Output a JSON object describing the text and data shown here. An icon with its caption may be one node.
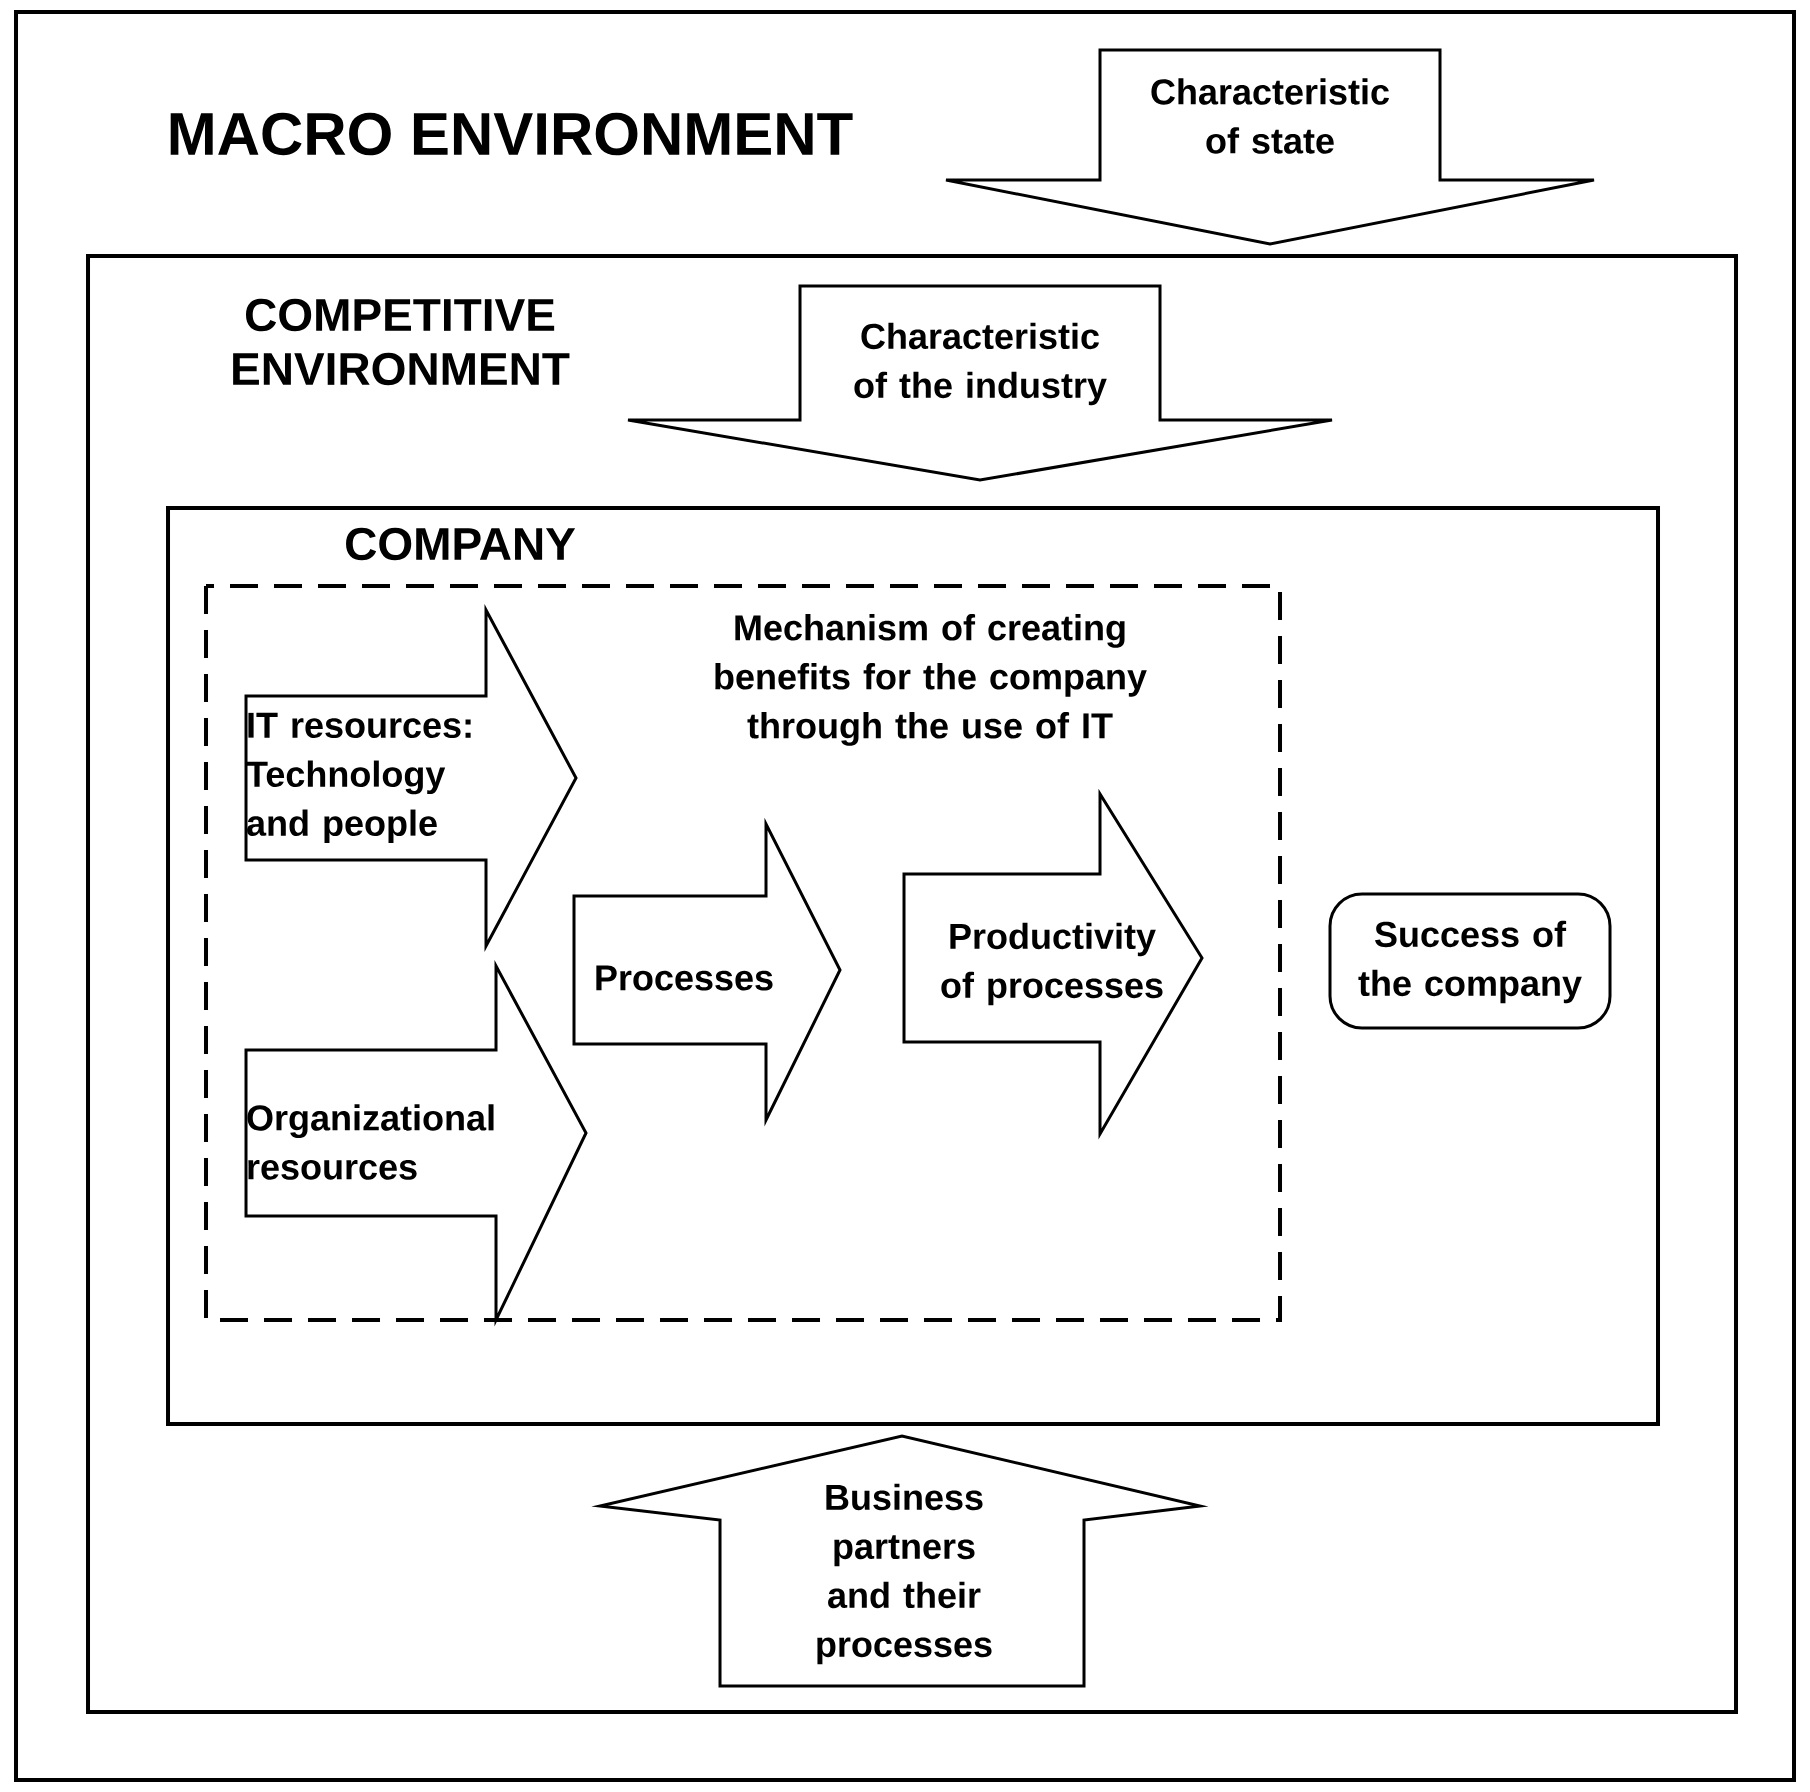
{
  "diagram": {
    "nodes": [
      {
        "text": [
          "MACRO ENVIRONMENT"
        ]
      },
      {
        "text": [
          "Characteristic of state"
        ],
        "in": 0
      },
      {
        "text": [
          "COMPETITIVE ENVIRONMENT"
        ],
        "in": 0
      },
      {
        "text": [
          "Characteristic of the industry"
        ],
        "in": 2
      },
      {
        "text": [
          "COMPANY"
        ],
        "in": 2
      },
      {
        "text": [
          "Mechanism of creating benefits for the company through the use of IT"
        ],
        "in": 4
      },
      {
        "text": [
          "IT resources: Technology and people"
        ],
        "in": 5
      },
      {
        "text": [
          "Organizational resources"
        ],
        "in": 5
      },
      {
        "text": [
          "Processes"
        ],
        "in": 5
      },
      {
        "text": [
          "Productivity of processes"
        ],
        "in": 5
      },
      {
        "text": [
          "Success of the company"
        ],
        "in": 4
      },
      {
        "text": [
          "Business partners and their processes"
        ],
        "in": 2
      }
    ]
  }
}
